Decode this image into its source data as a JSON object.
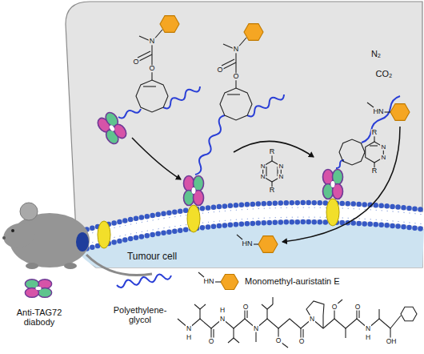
{
  "diagram": {
    "labels": [
      "Tumour cell",
      "N₂",
      "CO₂",
      "R",
      "R",
      "R",
      "R",
      "N",
      "O",
      "O",
      "N",
      "O",
      "O",
      "N",
      "N",
      "N",
      "N",
      "N",
      "N",
      "HN",
      "HN",
      "HN",
      "N",
      "H",
      "O",
      "N",
      "H",
      "O",
      "N",
      "O",
      "O",
      "N",
      "O",
      "O",
      "N",
      "H",
      "OH"
    ],
    "legend": [
      {
        "text": "Anti-TAG72 diabody"
      },
      {
        "text": "Polyethylene- glycol"
      },
      {
        "text": "Monomethyl-auristatin E"
      }
    ]
  }
}
